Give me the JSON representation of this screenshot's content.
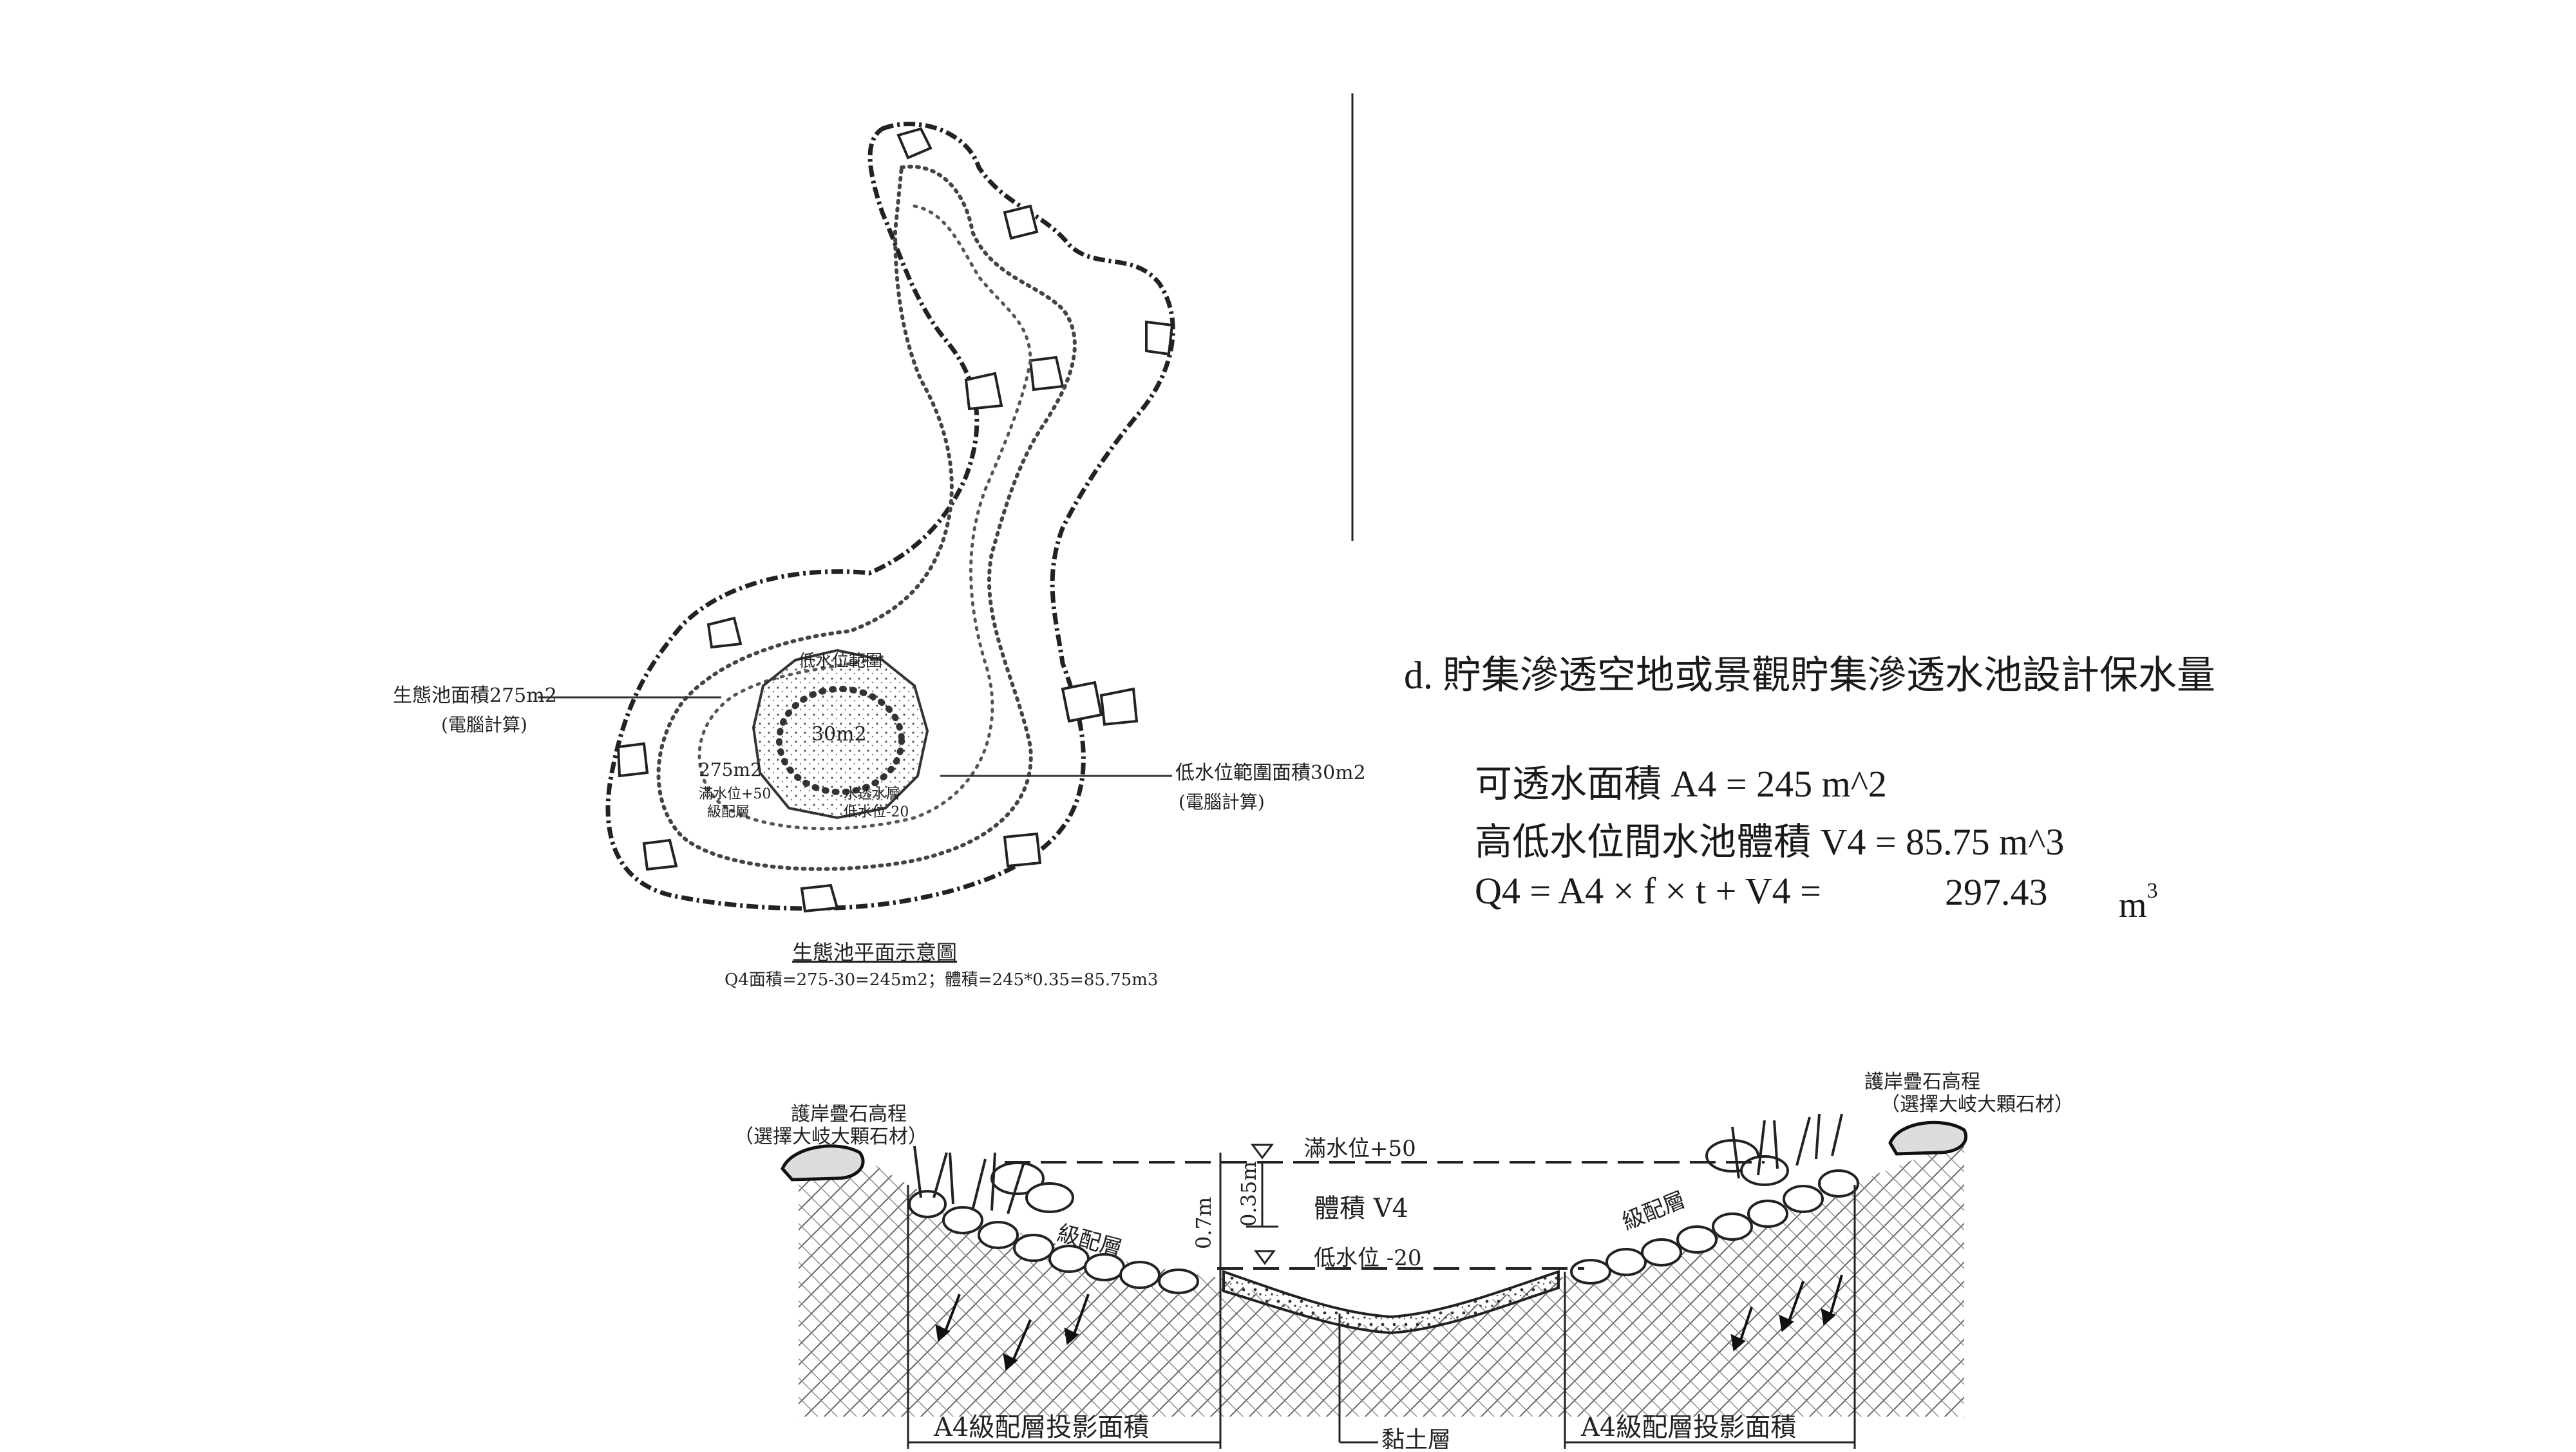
{
  "plan": {
    "area_label_1": "生態池面積275m2",
    "area_label_2": "(電腦計算)",
    "low_range_label": "低水位範圍",
    "center_area": "30m2",
    "center_note_1": "水透水層",
    "center_note_2": "低水位-20",
    "left_area": "275m2",
    "left_note_1": "滿水位+50",
    "left_note_2": "級配層",
    "right_label_1": "低水位範圍面積30m2",
    "right_label_2": "(電腦計算)",
    "caption_title": "生態池平面示意圖",
    "caption_calc": "Q4面積=275-30=245m2；體積=245*0.35=85.75m3"
  },
  "calc": {
    "heading": "d. 貯集滲透空地或景觀貯集滲透水池設計保水量",
    "line1": "可透水面積 A4 = 245 m^2",
    "line2": "高低水位間水池體積 V4 = 85.75 m^3",
    "line3": "Q4 = A4 × f × t + V4 =",
    "q4_value": "297.43",
    "q4_unit": "m",
    "q4_unit_sup": "3"
  },
  "section": {
    "left_bank_1": "護岸疊石高程",
    "left_bank_2": "（選擇大岐大顆石材）",
    "right_bank_1": "護岸疊石高程",
    "right_bank_2": "（選擇大岐大顆石材）",
    "full_level": "滿水位+50",
    "low_level": "低水位 -20",
    "depth_total": "0.7m",
    "depth_water": "0.35m",
    "volume": "體積 V4",
    "gravel_left": "級配層",
    "gravel_right": "級配層",
    "proj_left": "A4級配層投影面積",
    "proj_right": "A4級配層投影面積",
    "clay": "黏土層"
  }
}
